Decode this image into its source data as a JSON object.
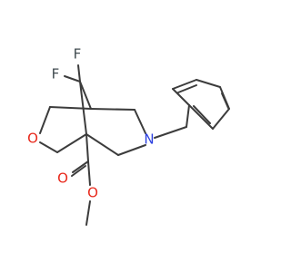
{
  "molecule": {
    "colors": {
      "bond": "#3c3c3c",
      "oxygen": "#e8291c",
      "nitrogen": "#2b3fe0",
      "fluorine": "#3f4a4f"
    },
    "atoms": {
      "F_top": "F",
      "F_left": "F",
      "O_ring": "O",
      "N_amine": "N",
      "O_carbonyl": "O",
      "O_ester": "O"
    }
  }
}
